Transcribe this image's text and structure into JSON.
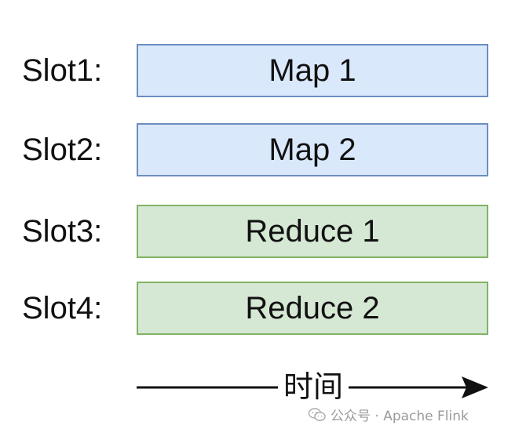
{
  "slots": [
    {
      "label": "Slot1:",
      "task": "Map 1",
      "kind": "map"
    },
    {
      "label": "Slot2:",
      "task": "Map 2",
      "kind": "map"
    },
    {
      "label": "Slot3:",
      "task": "Reduce 1",
      "kind": "reduce"
    },
    {
      "label": "Slot4:",
      "task": "Reduce 2",
      "kind": "reduce"
    }
  ],
  "time_axis": {
    "label": "时间"
  },
  "watermark": {
    "text": "公众号 · Apache Flink",
    "icon": "wechat-icon"
  },
  "colors": {
    "map_fill": "#dae8fc",
    "map_border": "#6c8ebf",
    "reduce_fill": "#d5e8d4",
    "reduce_border": "#82b366"
  }
}
